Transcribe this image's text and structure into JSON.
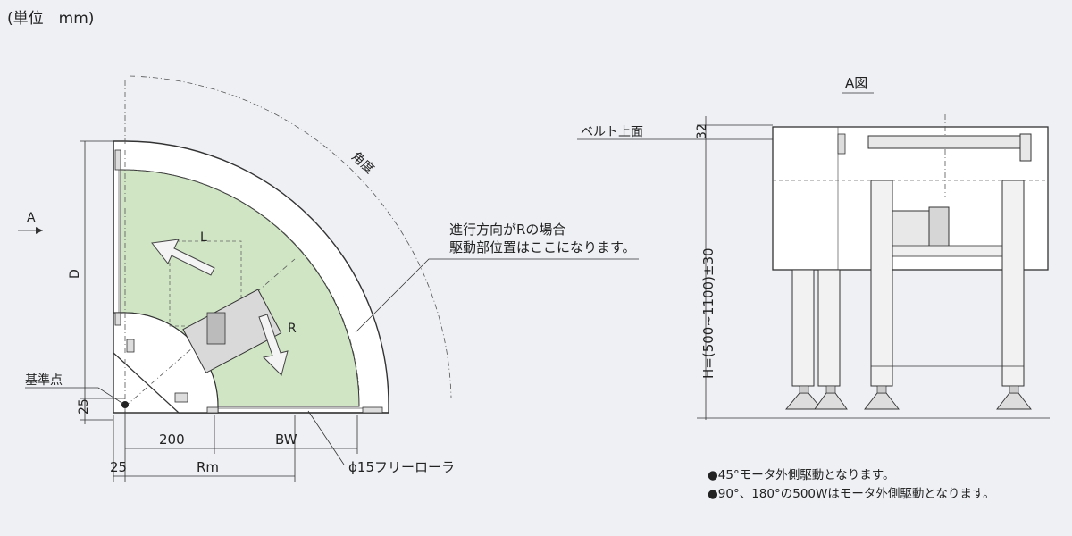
{
  "unit_label": "(単位　mm)",
  "plan_view": {
    "view_arrow_label": "A",
    "angle_label": "角度",
    "length_label": "L",
    "radius_label": "R",
    "depth_label": "D",
    "reference_point_label": "基準点",
    "dim_25_vertical": "25",
    "dim_200": "200",
    "dim_bw": "BW",
    "dim_25_horizontal": "25",
    "dim_rm": "Rm",
    "roller_label": "ϕ15フリーローラ",
    "callout_line1": "進行方向がRの場合",
    "callout_line2": "駆動部位置はここになります。"
  },
  "side_view": {
    "title": "A図",
    "belt_surface_label": "ベルト上面",
    "dim_32": "32",
    "height_label": "H=(500~1100)±30"
  },
  "notes": [
    "●45°モータ外側駆動となります。",
    "●90°、180°の500Wはモータ外側駆動となります。"
  ],
  "colors": {
    "background": "#eef0f4",
    "belt_green": "#cfe5c4",
    "frame_white": "#ffffff",
    "leg_gray": "#e8e8e8"
  }
}
